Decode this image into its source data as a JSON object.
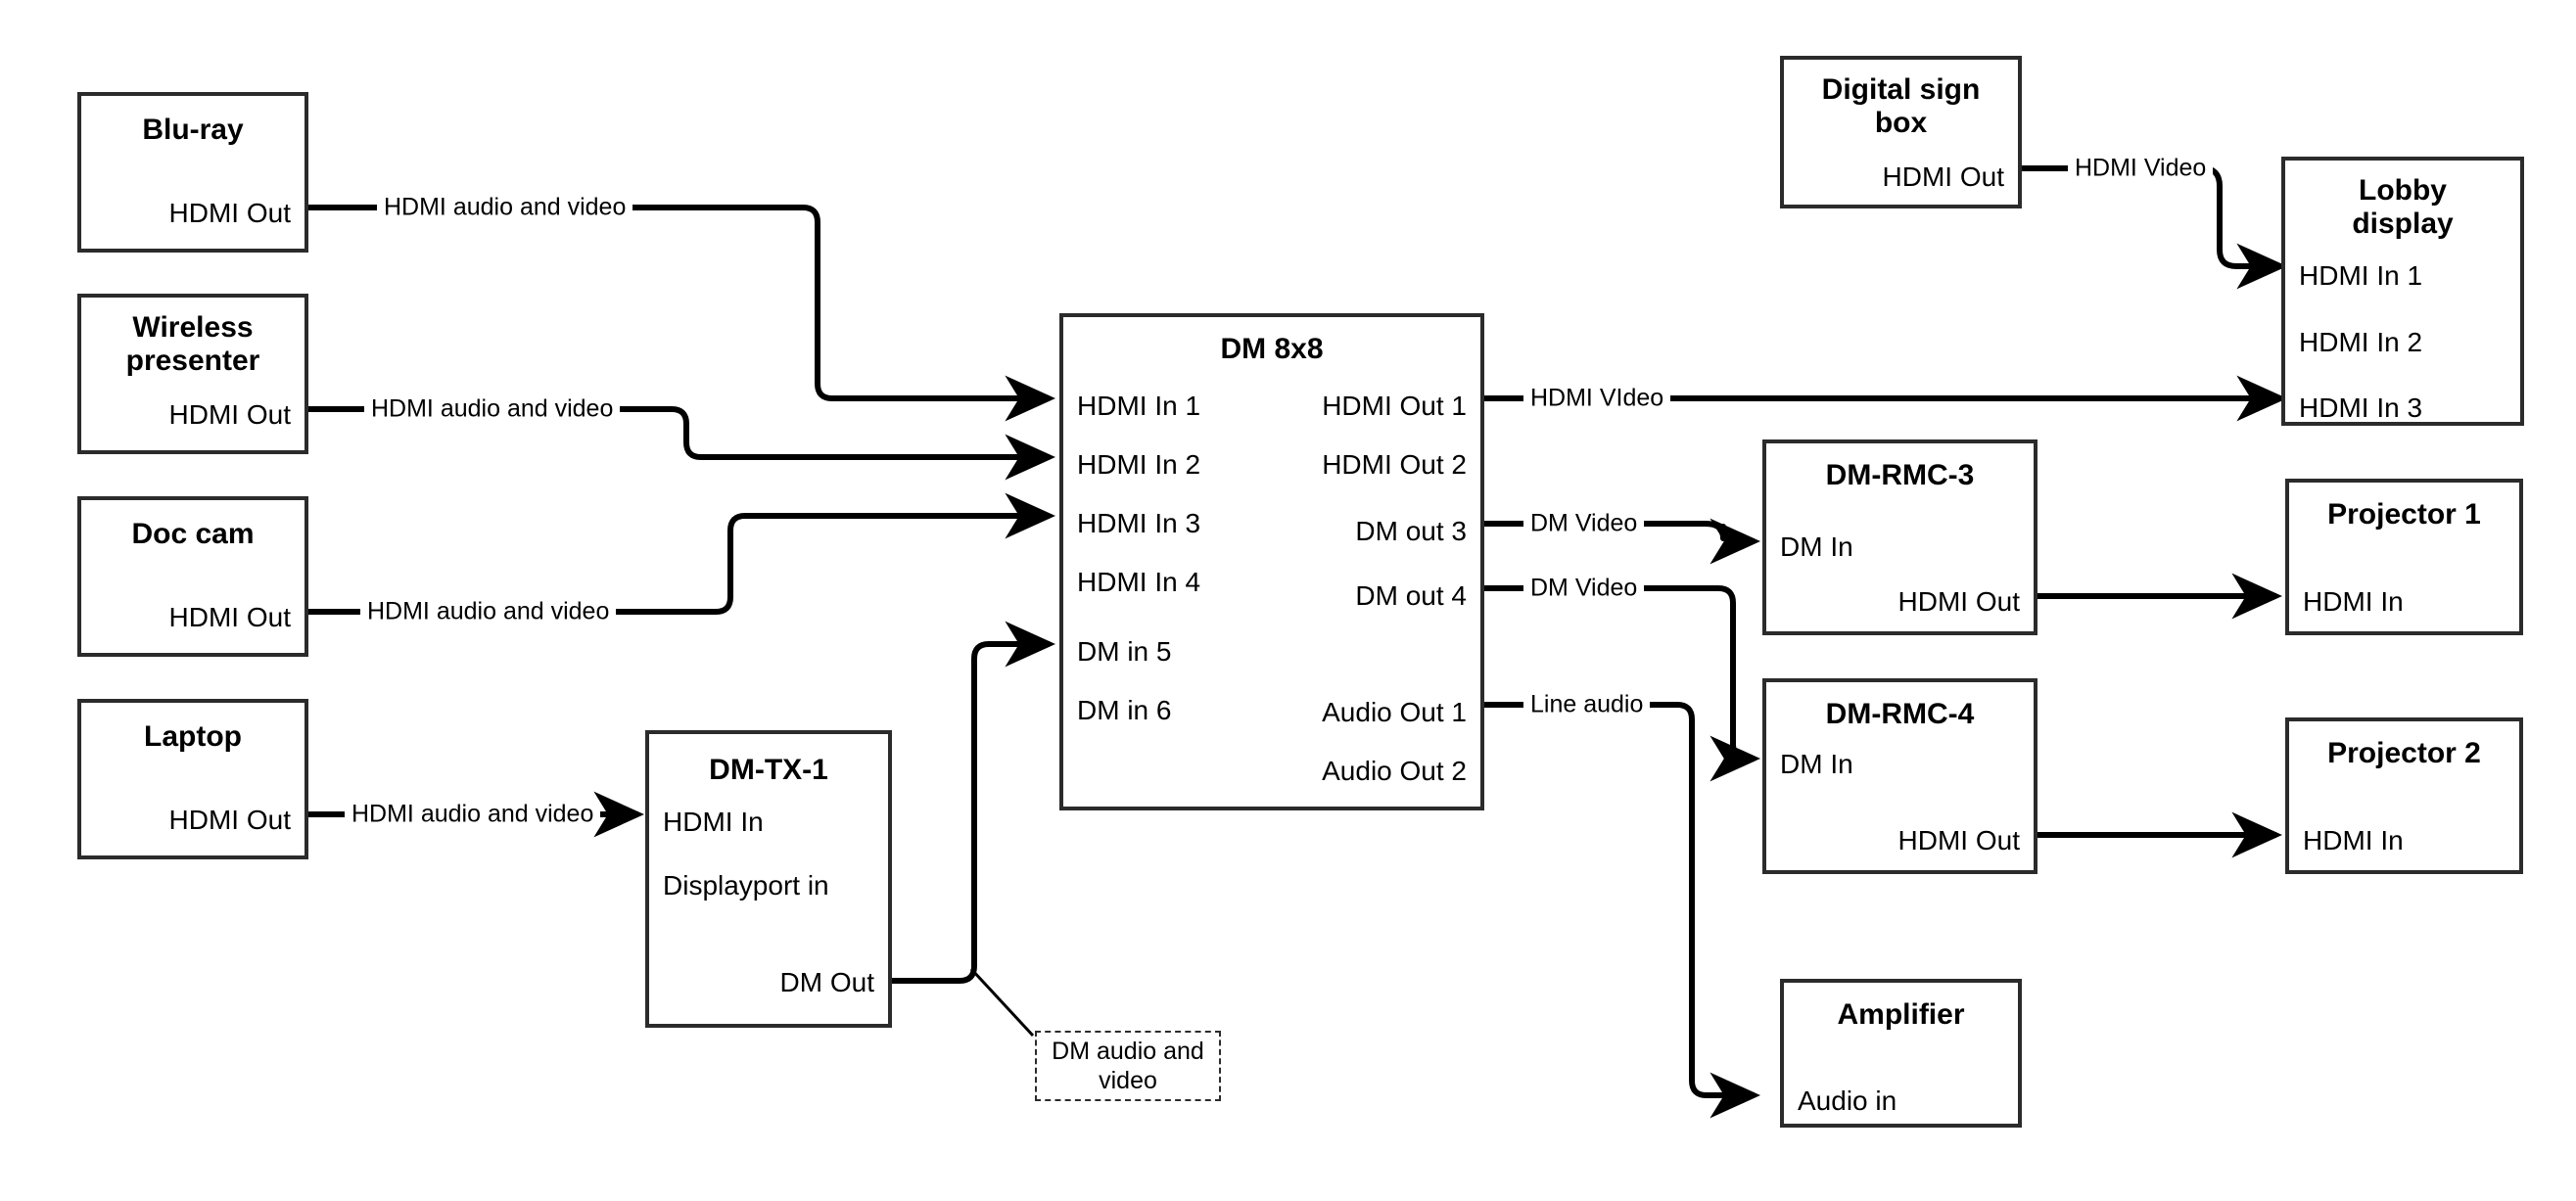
{
  "diagram": {
    "type": "av-signal-flow",
    "background": "#ffffff",
    "line_color": "#000000",
    "box_border_color": "#2b2b2b"
  },
  "nodes": {
    "bluray": {
      "title": "Blu-ray",
      "ports": {
        "out1": "HDMI Out"
      }
    },
    "wireless": {
      "title": "Wireless\npresenter",
      "ports": {
        "out1": "HDMI Out"
      }
    },
    "doccam": {
      "title": "Doc cam",
      "ports": {
        "out1": "HDMI Out"
      }
    },
    "laptop": {
      "title": "Laptop",
      "ports": {
        "out1": "HDMI Out"
      }
    },
    "dmtx1": {
      "title": "DM-TX-1",
      "ports": {
        "in1": "HDMI In",
        "in2": "Displayport in",
        "out1": "DM Out"
      }
    },
    "dm8x8": {
      "title": "DM 8x8",
      "inputs": [
        "HDMI In 1",
        "HDMI In 2",
        "HDMI In 3",
        "HDMI In 4",
        "DM in 5",
        "DM in 6"
      ],
      "outputs": [
        "HDMI Out 1",
        "HDMI Out 2",
        "DM out 3",
        "DM out 4",
        "Audio Out 1",
        "Audio Out 2"
      ]
    },
    "digitalsign": {
      "title": "Digital sign\nbox",
      "ports": {
        "out1": "HDMI Out"
      }
    },
    "lobby": {
      "title": "Lobby\ndisplay",
      "inputs": [
        "HDMI In 1",
        "HDMI In 2",
        "HDMI In 3"
      ]
    },
    "dmrmc3": {
      "title": "DM-RMC-3",
      "ports": {
        "in1": "DM In",
        "out1": "HDMI Out"
      }
    },
    "dmrmc4": {
      "title": "DM-RMC-4",
      "ports": {
        "in1": "DM In",
        "out1": "HDMI Out"
      }
    },
    "projector1": {
      "title": "Projector 1",
      "ports": {
        "in1": "HDMI In"
      }
    },
    "projector2": {
      "title": "Projector 2",
      "ports": {
        "in1": "HDMI In"
      }
    },
    "amplifier": {
      "title": "Amplifier",
      "ports": {
        "in1": "Audio in"
      }
    }
  },
  "edge_labels": {
    "bluray_to_dm": "HDMI audio and video",
    "wireless_to_dm": "HDMI audio and video",
    "doccam_to_dm": "HDMI audio and video",
    "laptop_to_tx": "HDMI audio and video",
    "sign_to_lobby": "HDMI Video",
    "dmout1_to_lobby": "HDMI VIdeo",
    "dmout3_to_rmc3": "DM Video",
    "dmout4_to_rmc4": "DM Video",
    "audioout1_to_amp": "Line audio"
  },
  "callouts": {
    "dm_tx_link": "DM audio and video"
  }
}
